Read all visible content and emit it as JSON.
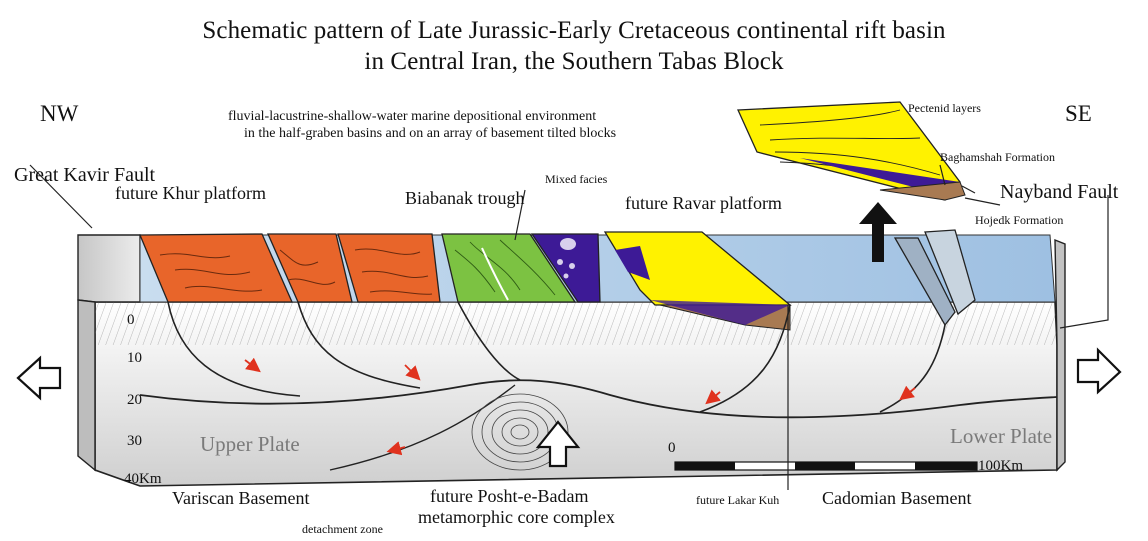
{
  "title": {
    "line1": "Schematic pattern of Late Jurassic-Early Cretaceous continental rift basin",
    "line2": "in Central Iran, the Southern Tabas Block"
  },
  "directions": {
    "nw": "NW",
    "se": "SE"
  },
  "environment_note": {
    "line1": "fluvial-lacustrine-shallow-water marine depositional environment",
    "line2": "in the half-graben basins and on an array of basement tilted blocks"
  },
  "labels": {
    "great_kavir_fault": "Great Kavir Fault",
    "future_khur_platform": "future Khur platform",
    "biabanak_trough": "Biabanak trough",
    "mixed_facies": "Mixed facies",
    "future_ravar_platform": "future Ravar platform",
    "pectenid_layers": "Pectenid layers",
    "baghamshah_formation": "Baghamshah Formation",
    "hojedk_formation": "Hojedk Formation",
    "nayband_fault": "Nayband Fault",
    "upper_plate": "Upper Plate",
    "lower_plate": "Lower Plate",
    "variscan_basement": "Variscan Basement",
    "detachment_zone": "detachment zone",
    "core_complex_line1": "future Posht-e-Badam",
    "core_complex_line2": "metamorphic core complex",
    "future_lakar_kuh": "future Lakar Kuh",
    "cadomian_basement": "Cadomian Basement"
  },
  "depth_axis": {
    "ticks": [
      "0",
      "10",
      "20",
      "30",
      "40Km"
    ]
  },
  "scale_bar": {
    "start": "0",
    "end": "100Km"
  },
  "colors": {
    "khur_orange": "#e8652a",
    "biabanak_green": "#7cc242",
    "mixed_purple": "#3d1a96",
    "ravar_yellow": "#fff200",
    "sea_blue": "#b8d3ea",
    "hojedk_brown": "#a87a52",
    "fault_arrow_red": "#e0321e",
    "block_gray": "#d4d4d4"
  }
}
